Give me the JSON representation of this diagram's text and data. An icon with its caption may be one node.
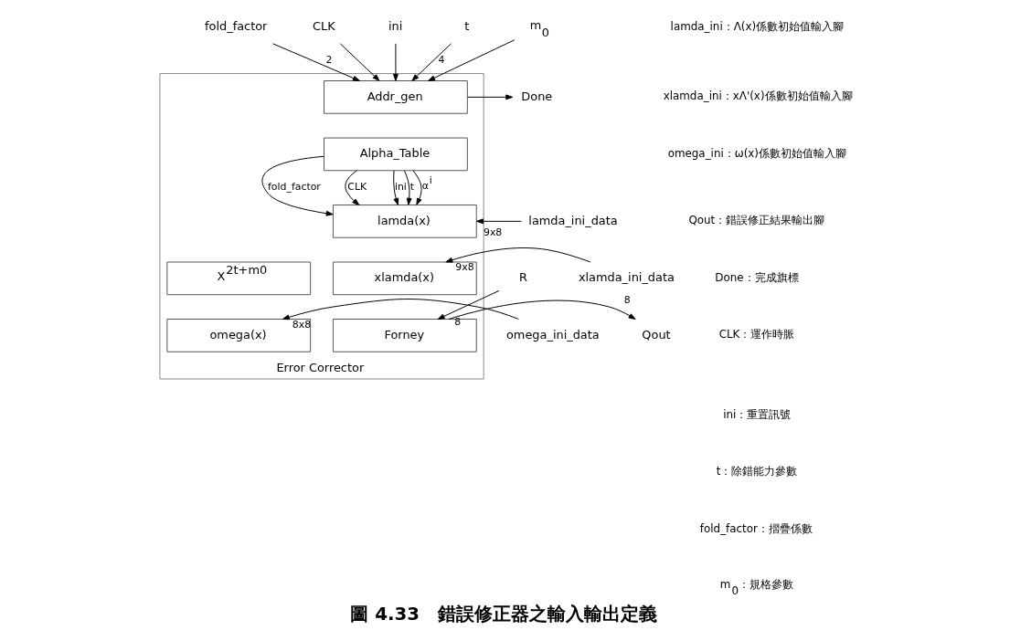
{
  "diagram": {
    "caption": "圖 4.33　錯誤修正器之輸入輸出定義",
    "nodes": [
      {
        "text": [
          "Error Corrector"
        ]
      },
      {
        "text": [
          "Addr_gen"
        ],
        "in": 0
      },
      {
        "text": [
          "Alpha_Table"
        ],
        "in": 0
      },
      {
        "text": [
          "lamda(x)"
        ],
        "in": 0
      },
      {
        "text": [
          "xlamda(x)"
        ],
        "in": 0
      },
      {
        "text": [
          "omega(x)"
        ],
        "in": 0
      },
      {
        "text": [
          "X$^{2t+m0}$"
        ],
        "in": 0
      },
      {
        "text": [
          "Forney"
        ],
        "in": 0
      },
      {
        "text": [
          "fold_factor"
        ]
      },
      {
        "text": [
          "CLK"
        ]
      },
      {
        "text": [
          "ini"
        ]
      },
      {
        "text": [
          "t"
        ]
      },
      {
        "text": [
          "m$_{0}$"
        ]
      },
      {
        "text": [
          "lamda_ini_data"
        ]
      },
      {
        "text": [
          "xlamda_ini_data"
        ]
      },
      {
        "text": [
          "omega_ini_data"
        ]
      },
      {
        "text": [
          "R"
        ]
      },
      {
        "text": [
          "Done"
        ]
      },
      {
        "text": [
          "Qout"
        ]
      }
    ],
    "edges": [
      {
        "from": 8,
        "to": 1,
        "arrow": "to",
        "label": "2"
      },
      {
        "from": 9,
        "to": 1,
        "arrow": "to"
      },
      {
        "from": 10,
        "to": 1,
        "arrow": "to"
      },
      {
        "from": 11,
        "to": 1,
        "arrow": "to",
        "label": "4"
      },
      {
        "from": 12,
        "to": 1,
        "arrow": "to"
      },
      {
        "from": 1,
        "to": 17,
        "arrow": "to"
      },
      {
        "from": 2,
        "to": 3,
        "arrow": "to",
        "label": "fold_factor"
      },
      {
        "from": 2,
        "to": 3,
        "arrow": "to",
        "label": "CLK"
      },
      {
        "from": 2,
        "to": 3,
        "arrow": "to",
        "label": "ini"
      },
      {
        "from": 2,
        "to": 3,
        "arrow": "to",
        "label": "t"
      },
      {
        "from": 2,
        "to": 3,
        "arrow": "to",
        "label": "α$^{i}$"
      },
      {
        "from": 13,
        "to": 3,
        "arrow": "to",
        "label": "9x8"
      },
      {
        "from": 14,
        "to": 4,
        "arrow": "to",
        "label": "9x8"
      },
      {
        "from": 15,
        "to": 5,
        "arrow": "to",
        "label": "8x8"
      },
      {
        "from": 16,
        "to": 7,
        "arrow": "to",
        "label": "8"
      },
      {
        "from": 7,
        "to": 18,
        "arrow": "to",
        "label": "8"
      }
    ],
    "labels": [
      "lamda_ini：Λ(x)係數初始值輸入腳",
      "xlamda_ini：xΛ'(x)係數初始值輸入腳",
      "omega_ini：ω(x)係數初始值輸入腳",
      "Qout：錯誤修正結果輸出腳",
      "Done：完成旗標",
      "CLK：運作時脈",
      "ini：重置訊號",
      "t：除錯能力參數",
      "fold_factor：摺疊係數",
      "m$_{0}$：規格參數"
    ]
  }
}
